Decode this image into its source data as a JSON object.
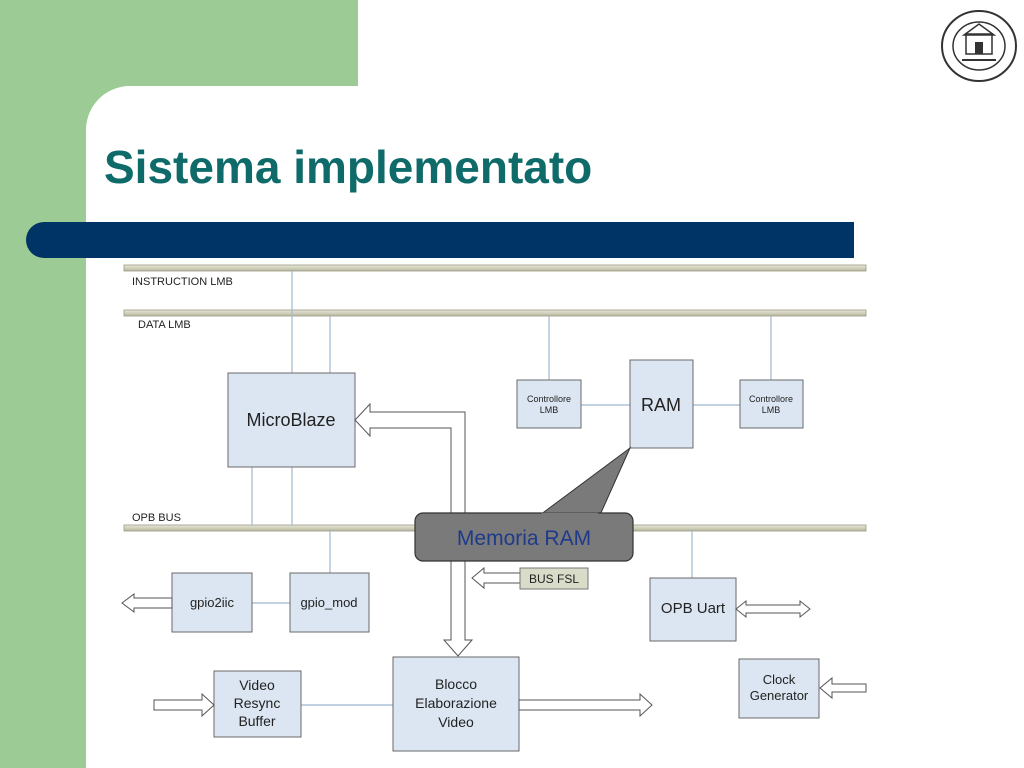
{
  "slide": {
    "title": "Sistema implementato"
  },
  "diagram": {
    "buses": {
      "instruction": "INSTRUCTION LMB",
      "data": "DATA LMB",
      "opb": "OPB BUS"
    },
    "blocks": {
      "microblaze": "MicroBlaze",
      "ctrl_left": [
        "Controllore",
        "LMB"
      ],
      "ram": "RAM",
      "ctrl_right": [
        "Controllore",
        "LMB"
      ],
      "gpio2iic": "gpio2iic",
      "gpio_mod": "gpio_mod",
      "opb_uart": "OPB Uart",
      "video_resync": [
        "Video",
        "Resync",
        "Buffer"
      ],
      "blocco": [
        "Blocco",
        "Elaborazione",
        "Video"
      ],
      "clock": [
        "Clock",
        "Generator"
      ]
    },
    "bus_fsl": "BUS FSL",
    "callout": "Memoria RAM"
  },
  "colors": {
    "green": "#9dcb95",
    "title": "#0f6a6a",
    "bar": "#003466",
    "block_fill": "#dce6f2",
    "callout_fill": "#7a7a7a",
    "callout_text": "#1f3a8a"
  }
}
